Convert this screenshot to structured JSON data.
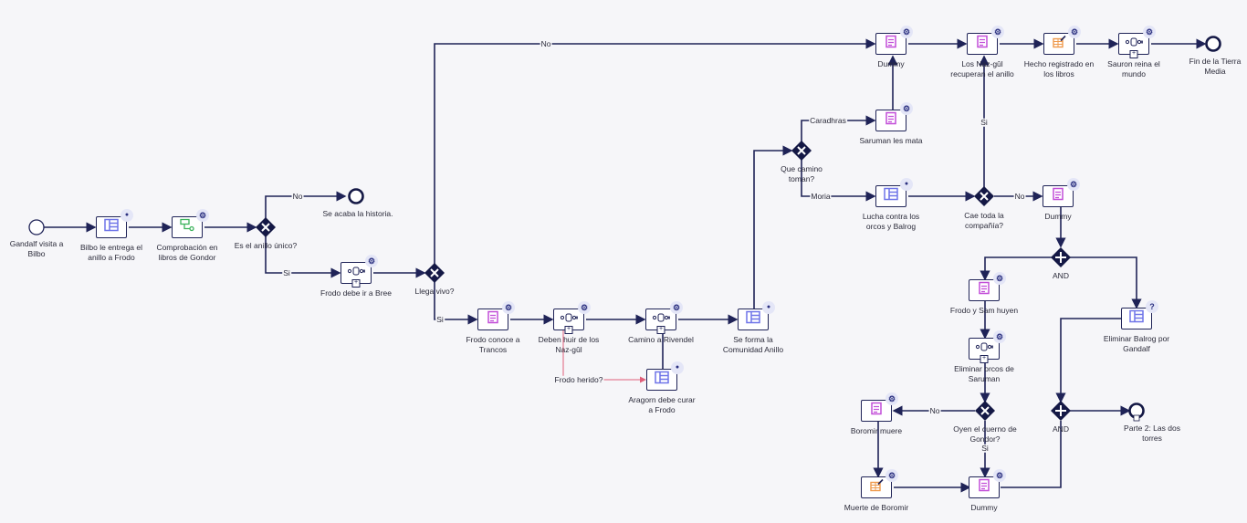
{
  "diagram": {
    "type": "bpmn-process",
    "colors": {
      "flow": "#1f2357",
      "conditional_flow": "#e0607a",
      "gateway": "#141845",
      "badge_bg": "#e4e6f7",
      "user_task_icon": "#6e74e8",
      "script_task_icon": "#c24ed8",
      "service_check_icon": "#3ab25a",
      "manual_task_icon": "#ef9a4c"
    },
    "events": {
      "start": {
        "label": "Gandalf visita a Bilbo"
      },
      "end_no_ring": {
        "label": "Se acaba la historia."
      },
      "end_middle_earth": {
        "label": "Fin de la Tierra Media"
      },
      "end_part2": {
        "label": "Parte 2: Las dos torres"
      }
    },
    "tasks": {
      "bilbo": {
        "label": "Bilbo le entrega el anillo a Frodo",
        "badge": "user-icon"
      },
      "gondor_check": {
        "label": "Comprobación en libros de Gondor",
        "badge": "gear-icon"
      },
      "bree": {
        "label": "Frodo debe ir a Bree",
        "badge": "gear-icon"
      },
      "trancos": {
        "label": "Frodo conoce a Trancos",
        "badge": "gear-icon"
      },
      "huir": {
        "label": "Deben huir de los Naz-gûl",
        "badge": "gear-icon"
      },
      "rivendel": {
        "label": "Camino a Rivendel",
        "badge": "gear-icon"
      },
      "aragorn": {
        "label": "Aragorn debe curar a Frodo",
        "badge": "user-icon"
      },
      "comunidad": {
        "label": "Se forma la Comunidad Anillo",
        "badge": "user-icon"
      },
      "saruman_mata": {
        "label": "Saruman les mata",
        "badge": "gear-icon"
      },
      "lucha": {
        "label": "Lucha contra los orcos y Balrog",
        "badge": "user-icon"
      },
      "dummy_top": {
        "label": "Dummy",
        "badge": "gear-icon"
      },
      "nazgul": {
        "label": "Los Naz-gûl recuperan el anillo",
        "badge": "gear-icon"
      },
      "hecho": {
        "label": "Hecho registrado en los libros",
        "badge": "gear-icon"
      },
      "sauron": {
        "label": "Sauron reina el mundo",
        "badge": "gear-icon"
      },
      "dummy_mid": {
        "label": "Dummy",
        "badge": "gear-icon"
      },
      "frodo_sam": {
        "label": "Frodo y Sam huyen",
        "badge": "gear-icon"
      },
      "balrog": {
        "label": "Eliminar Balrog por Gandalf",
        "badge": "question-icon"
      },
      "orcos": {
        "label": "Eliminar orcos de Saruman",
        "badge": "gear-icon"
      },
      "boromir_muere": {
        "label": "Boromir muere",
        "badge": "gear-icon"
      },
      "muerte_boromir": {
        "label": "Muerte de Boromir",
        "badge": "gear-icon"
      },
      "dummy_bottom": {
        "label": "Dummy",
        "badge": "gear-icon"
      }
    },
    "gateways": {
      "anillo": {
        "label": "Es el anillo único?",
        "kind": "exclusive"
      },
      "vivo": {
        "label": "Llega vivo?",
        "kind": "exclusive"
      },
      "camino": {
        "label": "Que camino toman?",
        "kind": "exclusive"
      },
      "cae": {
        "label": "Cae toda la compañía?",
        "kind": "exclusive"
      },
      "and_split": {
        "label": "AND",
        "kind": "parallel"
      },
      "cuerno": {
        "label": "Oyen el cuerno de Gondor?",
        "kind": "exclusive"
      },
      "and_join": {
        "label": "AND",
        "kind": "parallel"
      }
    },
    "flow_labels": {
      "no1": "No",
      "si1": "Si",
      "no2": "No",
      "si2": "Si",
      "caradhras": "Caradhras",
      "moria": "Moria",
      "si3": "Si",
      "no3": "No",
      "no4": "No",
      "si4": "Si",
      "herido": "Frodo herido?"
    }
  }
}
